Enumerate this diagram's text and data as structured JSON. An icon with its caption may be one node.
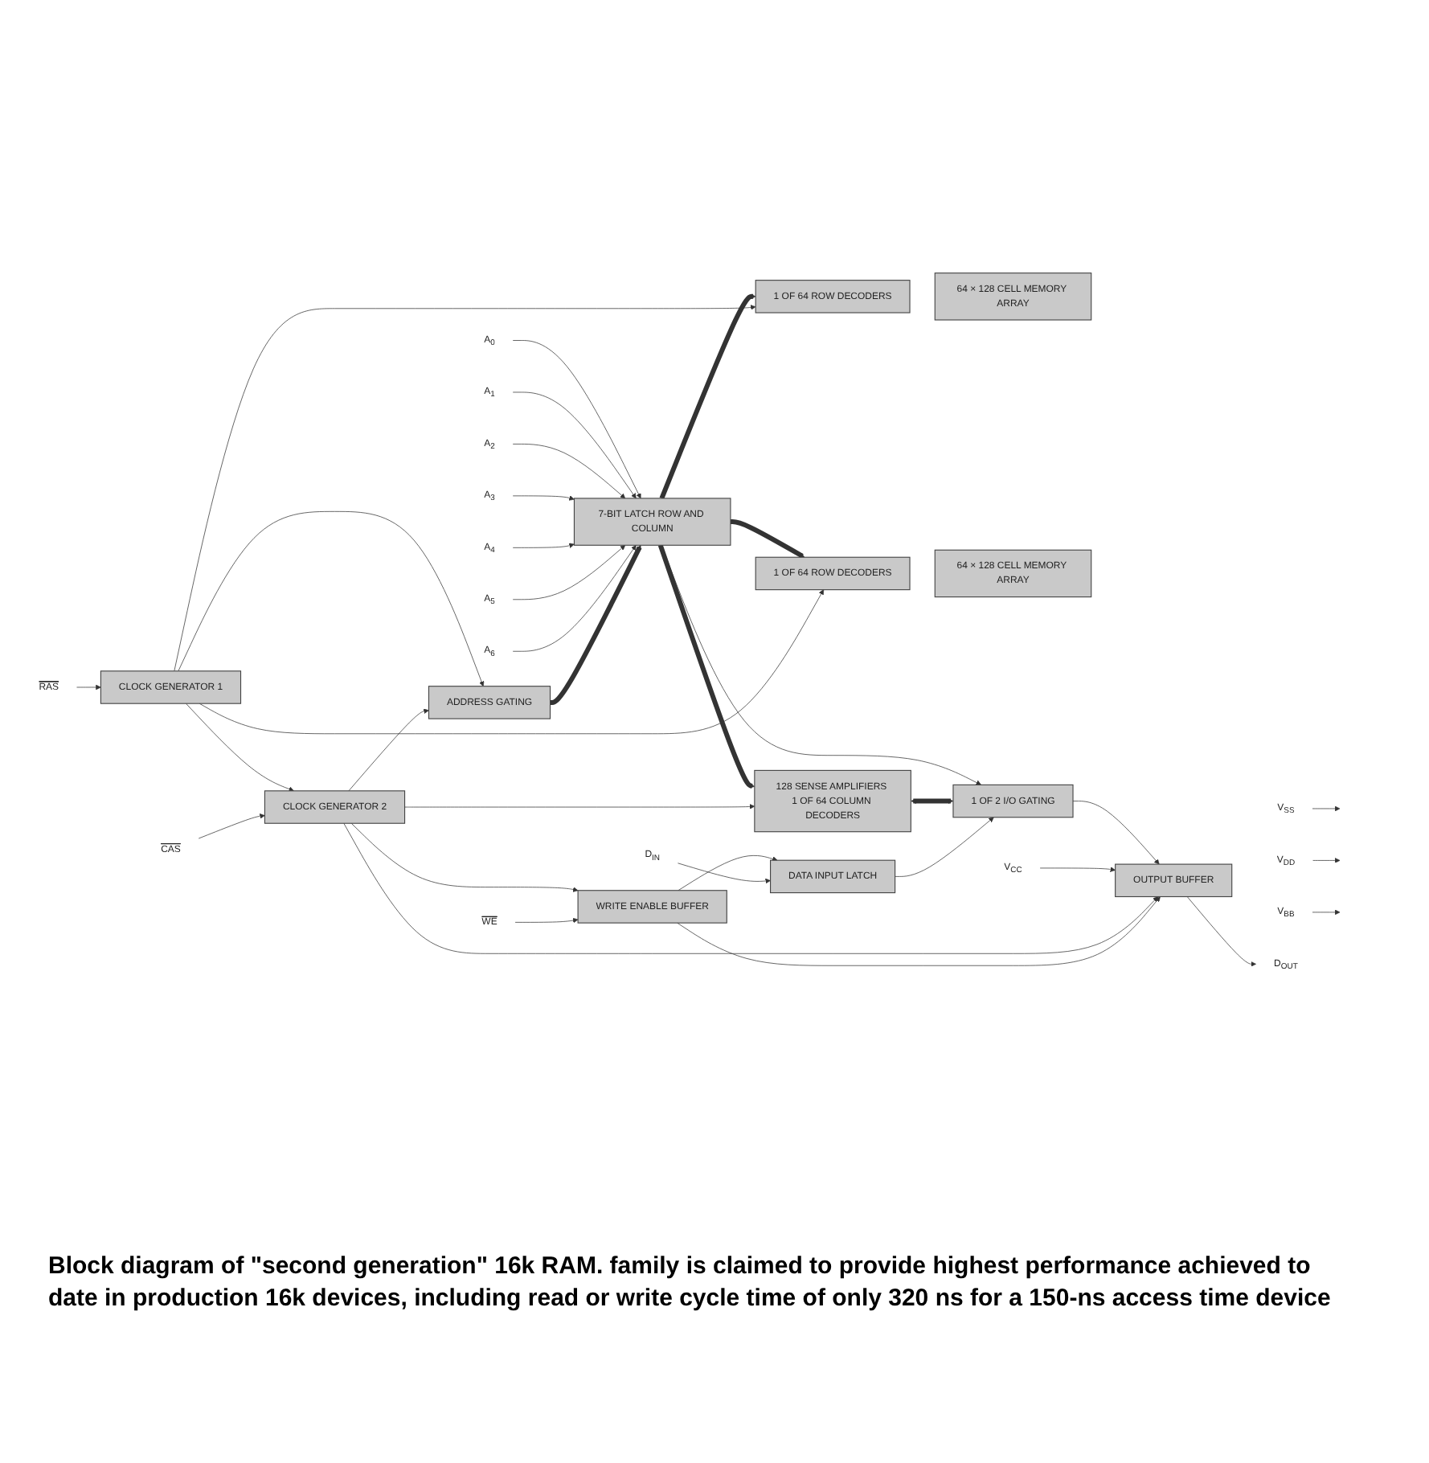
{
  "diagram": {
    "caption": "Block diagram of \"second generation\" 16k RAM. family is claimed to provide highest performance achieved to date in production 16k devices, including read or write cycle time of only 320 ns for a 150-ns access time device",
    "nodes": [
      {
        "text": [
          "7-BIT LATCH ROW AND COLUMN"
        ]
      },
      {
        "text": [
          "1 OF 64 ROW DECODERS"
        ]
      },
      {
        "text": [
          "64 × 128 CELL MEMORY ARRAY"
        ]
      },
      {
        "text": [
          "128 SENSE AMPLIFIERS 1 OF 64 COLUMN DECODERS"
        ]
      },
      {
        "text": [
          "1 OF 64 ROW DECODERS"
        ]
      },
      {
        "text": [
          "64 × 128 CELL MEMORY ARRAY"
        ]
      },
      {
        "text": [
          "1 OF 2 I/O GATING"
        ]
      },
      {
        "text": [
          "OUTPUT BUFFER"
        ]
      },
      {
        "text": [
          "ADDRESS GATING"
        ]
      },
      {
        "text": [
          "CLOCK GENERATOR 1"
        ]
      },
      {
        "text": [
          "CLOCK GENERATOR 2"
        ]
      },
      {
        "text": [
          "WRITE ENABLE BUFFER"
        ]
      },
      {
        "text": [
          "DATA INPUT LATCH"
        ]
      },
      {
        "text": [
          "A$_{0}$"
        ]
      },
      {
        "text": [
          "A$_{1}$"
        ]
      },
      {
        "text": [
          "A$_{2}$"
        ]
      },
      {
        "text": [
          "A$_{3}$"
        ]
      },
      {
        "text": [
          "A$_{4}$"
        ]
      },
      {
        "text": [
          "A$_{5}$"
        ]
      },
      {
        "text": [
          "A$_{6}$"
        ]
      },
      {
        "text": [
          "V$_{SS}$"
        ]
      },
      {
        "text": [
          "V$_{DD}$"
        ]
      },
      {
        "text": [
          "V$_{BB}$"
        ]
      },
      {
        "text": [
          "V$_{CC}$"
        ]
      },
      {
        "text": [
          "D$_{OUT}$"
        ]
      },
      {
        "text": [
          "RAS"
        ]
      },
      {
        "text": [
          "CAS"
        ]
      },
      {
        "text": [
          "WE"
        ]
      },
      {
        "text": [
          "D$_{IN}$"
        ]
      }
    ],
    "edges": [
      {
        "from": 13,
        "to": 0,
        "arrow": "to"
      },
      {
        "from": 14,
        "to": 0,
        "arrow": "to"
      },
      {
        "from": 15,
        "to": 0,
        "arrow": "to"
      },
      {
        "from": 16,
        "to": 0,
        "arrow": "to"
      },
      {
        "from": 17,
        "to": 0,
        "arrow": "to"
      },
      {
        "from": 18,
        "to": 0,
        "arrow": "to"
      },
      {
        "from": 19,
        "to": 0,
        "arrow": "to"
      },
      {
        "from": 0,
        "to": 1,
        "arrow": "to",
        "style": "thick"
      },
      {
        "from": 0,
        "to": 3,
        "arrow": "to",
        "style": "thick"
      },
      {
        "from": 0,
        "to": 4,
        "arrow": "to",
        "style": "thick"
      },
      {
        "from": 0,
        "to": 6,
        "arrow": "to"
      },
      {
        "from": 3,
        "to": 6,
        "arrow": "both",
        "style": "thick"
      },
      {
        "from": 6,
        "to": 7,
        "arrow": "to"
      },
      {
        "from": 7,
        "to": 24,
        "arrow": "to"
      },
      {
        "from": 20,
        "to": null,
        "arrow": "to"
      },
      {
        "from": 21,
        "to": null,
        "arrow": "to"
      },
      {
        "from": 22,
        "to": null,
        "arrow": "to"
      },
      {
        "from": 23,
        "to": 7,
        "arrow": "to"
      },
      {
        "from": 8,
        "to": 0,
        "arrow": "to",
        "style": "thick"
      },
      {
        "from": 25,
        "to": 9,
        "arrow": "to"
      },
      {
        "from": 9,
        "to": 10,
        "arrow": "to"
      },
      {
        "from": 9,
        "to": 8,
        "arrow": "to"
      },
      {
        "from": 9,
        "to": 1,
        "arrow": "to"
      },
      {
        "from": 9,
        "to": 4,
        "arrow": "to"
      },
      {
        "from": 26,
        "to": 10,
        "arrow": "to"
      },
      {
        "from": 10,
        "to": 11,
        "arrow": "to"
      },
      {
        "from": 10,
        "to": 8,
        "arrow": "to"
      },
      {
        "from": 10,
        "to": 3,
        "arrow": "to"
      },
      {
        "from": 10,
        "to": 7,
        "arrow": "to"
      },
      {
        "from": 27,
        "to": 11,
        "arrow": "to"
      },
      {
        "from": 11,
        "to": 12,
        "arrow": "to"
      },
      {
        "from": 11,
        "to": 7,
        "arrow": "to"
      },
      {
        "from": 28,
        "to": 12,
        "arrow": "to"
      },
      {
        "from": 12,
        "to": 6,
        "arrow": "to"
      }
    ]
  }
}
